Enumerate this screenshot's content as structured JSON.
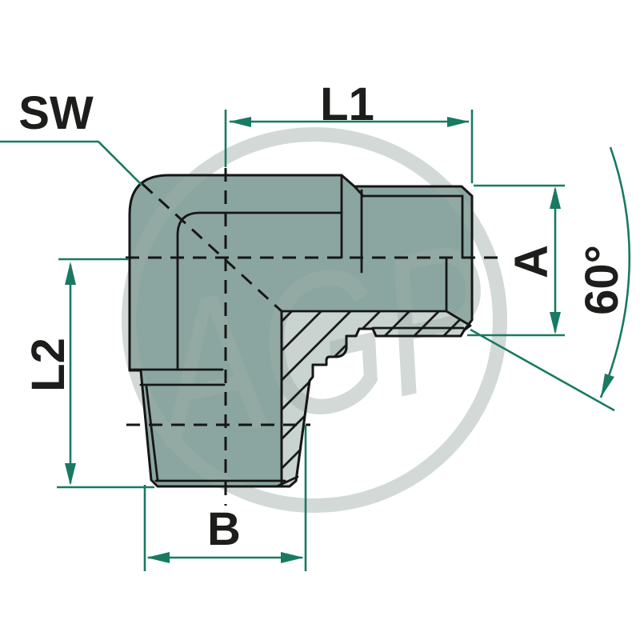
{
  "drawing": {
    "watermark_text": "AGP",
    "dimension_labels": {
      "wrench_size": "SW",
      "length_horizontal": "L1",
      "length_vertical": "L2",
      "thread_diameter": "A",
      "thread_width_bottom": "B",
      "cone_angle": "60°"
    }
  },
  "colors": {
    "background": "#FFFFFF",
    "body": "#8BA6A0",
    "section": "#C9D4D0",
    "line": "#161616",
    "text": "#1D1D1B",
    "dimension": "#187A63",
    "watermark": "#9EADA8"
  }
}
